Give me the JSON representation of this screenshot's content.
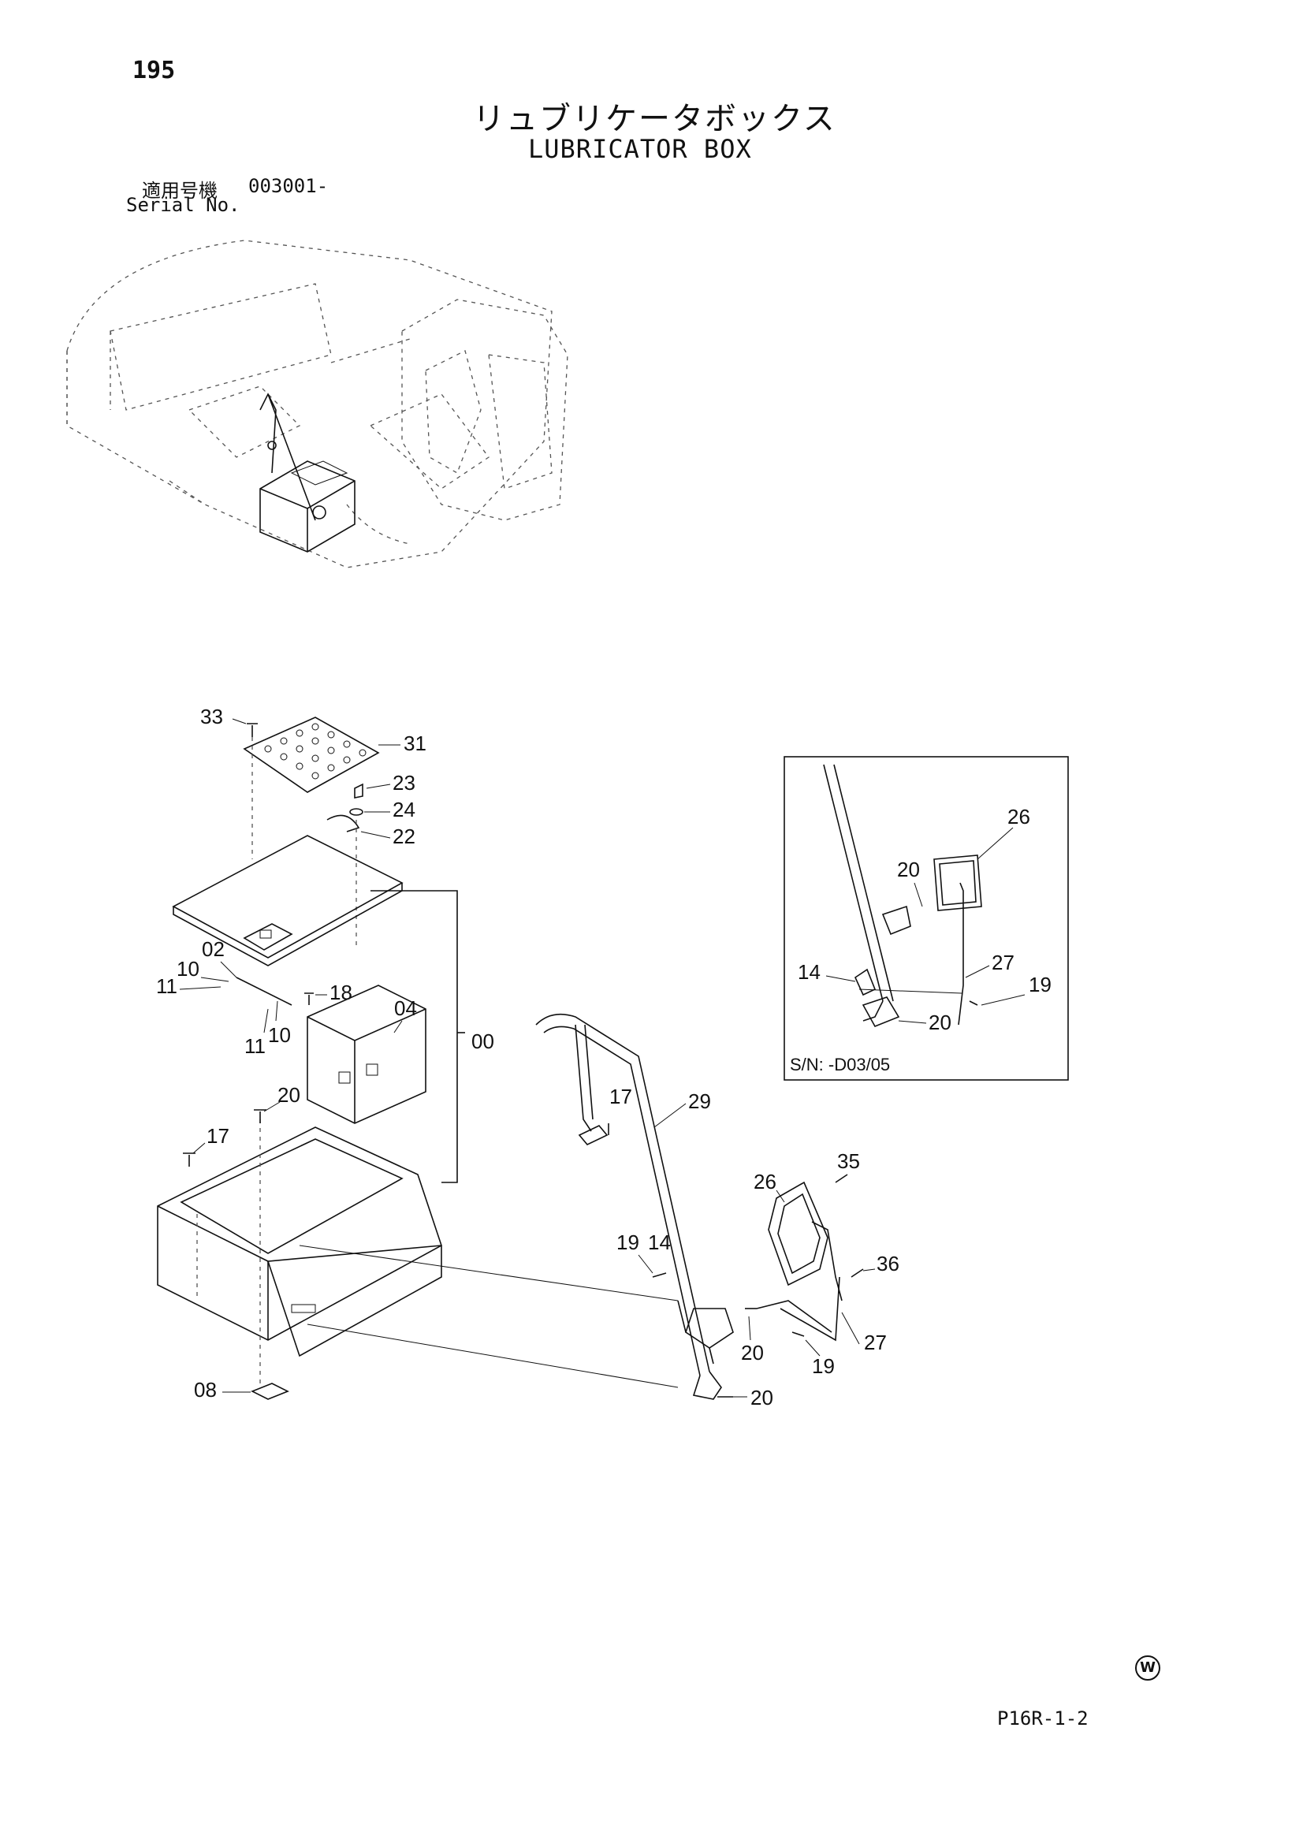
{
  "header": {
    "page_number": "195",
    "title_jp": "リュブリケータボックス",
    "title_en": "LUBRICATOR BOX",
    "serial_label_jp": "適用号機",
    "serial_value": "003001-",
    "serial_label_en": "Serial No."
  },
  "inset": {
    "label": "S/N: -D03/05"
  },
  "callouts": {
    "c33": "33",
    "c31": "31",
    "c23": "23",
    "c24": "24",
    "c22": "22",
    "c02": "02",
    "c10a": "10",
    "c11a": "11",
    "c18": "18",
    "c11b": "11",
    "c10b": "10",
    "c04": "04",
    "c00": "00",
    "c20a": "20",
    "c17a": "17",
    "c08": "08",
    "c17b": "17",
    "c29": "29",
    "c19a": "19",
    "c14": "14",
    "c20b": "20",
    "c20c": "20",
    "c26": "26",
    "c35": "35",
    "c36": "36",
    "c27": "27",
    "c19b": "19",
    "i26": "26",
    "i20a": "20",
    "i27": "27",
    "i14": "14",
    "i19": "19",
    "i20b": "20"
  },
  "footer": {
    "w_mark": "W",
    "page_code": "P16R-1-2"
  }
}
